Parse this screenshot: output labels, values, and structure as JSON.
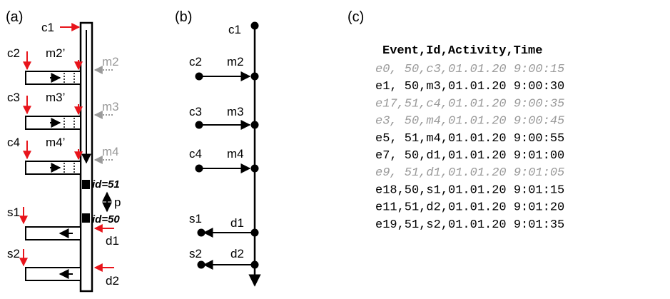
{
  "panels": {
    "a": {
      "title": "(a)",
      "labels": {
        "c1": "c1",
        "c2": "c2",
        "c3": "c3",
        "c4": "c4",
        "m2p": "m2’",
        "m3p": "m3’",
        "m4p": "m4’",
        "m2": "m2",
        "m3": "m3",
        "m4": "m4",
        "id51": "id=51",
        "id50": "id=50",
        "p": "p",
        "s1": "s1",
        "s2": "s2",
        "d1": "d1",
        "d2": "d2"
      }
    },
    "b": {
      "title": "(b)",
      "labels": {
        "c1": "c1",
        "c2": "c2",
        "m2": "m2",
        "c3": "c3",
        "m3": "m3",
        "c4": "c4",
        "m4": "m4",
        "s1": "s1",
        "d1": "d1",
        "s2": "s2",
        "d2": "d2"
      }
    },
    "c": {
      "title": "(c)",
      "header": "Event,Id,Activity,Time",
      "rows": [
        {
          "text": "e0, 50,c3,01.01.20 9:00:15",
          "muted": true
        },
        {
          "text": "e1, 50,m3,01.01.20 9:00:30",
          "muted": false
        },
        {
          "text": "e17,51,c4,01.01.20 9:00:35",
          "muted": true
        },
        {
          "text": "e3, 50,m4,01.01.20 9:00:45",
          "muted": true
        },
        {
          "text": "e5, 51,m4,01.01.20 9:00:55",
          "muted": false
        },
        {
          "text": "e7, 50,d1,01.01.20 9:01:00",
          "muted": false
        },
        {
          "text": "e9, 51,d1,01.01.20 9:01:05",
          "muted": true
        },
        {
          "text": "e18,50,s1,01.01.20 9:01:15",
          "muted": false
        },
        {
          "text": "e11,51,d2,01.01.20 9:01:20",
          "muted": false
        },
        {
          "text": "e19,51,s2,01.01.20 9:01:35",
          "muted": false
        }
      ]
    }
  },
  "colors": {
    "ink": "#000000",
    "accent_red": "#e8141b",
    "muted_gray": "#9a9a9a"
  }
}
